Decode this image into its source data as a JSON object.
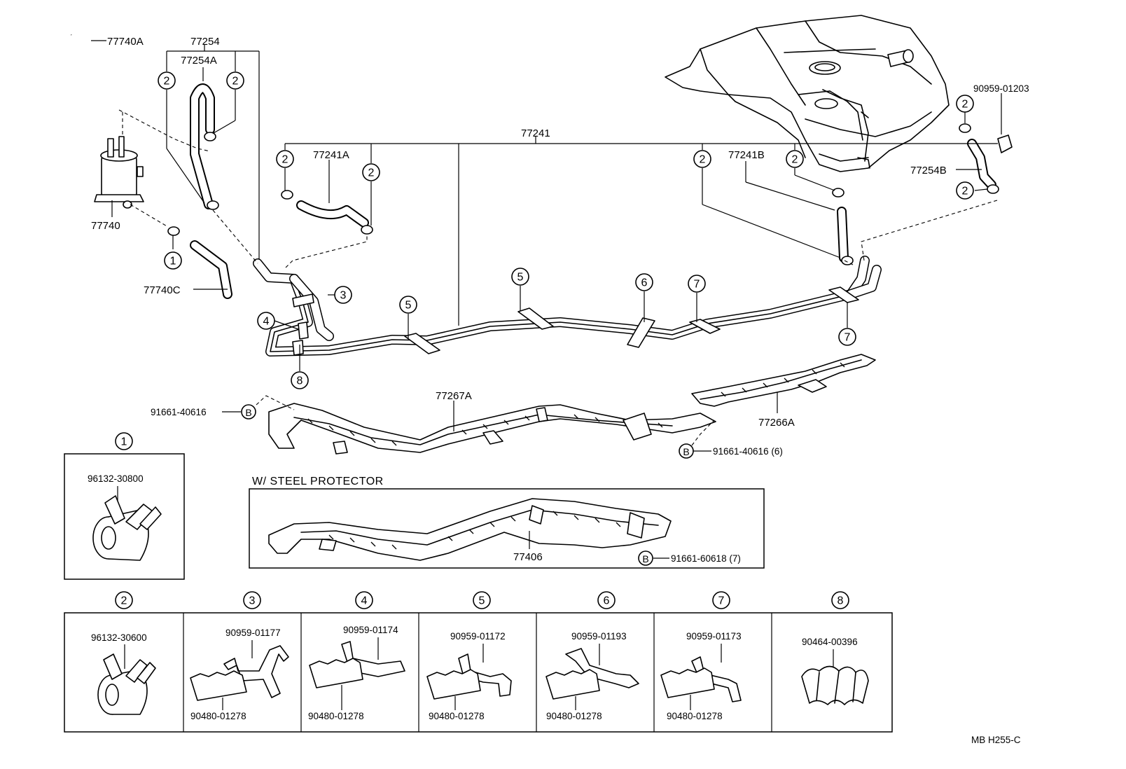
{
  "parts": {
    "p77740A": "77740A",
    "p77254": "77254",
    "p77254A": "77254A",
    "p77740": "77740",
    "p77740C": "77740C",
    "p77241": "77241",
    "p77241A": "77241A",
    "p77241B": "77241B",
    "p90959_01203": "90959-01203",
    "p77254B": "77254B",
    "p77267A": "77267A",
    "p77266A": "77266A",
    "p91661_40616_left": "91661-40616",
    "p91661_40616_right": "91661-40616 (6)",
    "p77406": "77406",
    "p91661_60618": "91661-60618 (7)"
  },
  "protector_title": "W/ STEEL  PROTECTOR",
  "bolt_letter": "B",
  "circle_nums": [
    "1",
    "2",
    "3",
    "4",
    "5",
    "6",
    "7",
    "8"
  ],
  "detail_boxes": {
    "b1": {
      "num": "1",
      "part": "96132-30800"
    },
    "b2": {
      "num": "2",
      "part": "96132-30600"
    },
    "b3": {
      "num": "3",
      "top": "90959-01177",
      "bottom": "90480-01278"
    },
    "b4": {
      "num": "4",
      "top": "90959-01174",
      "bottom": "90480-01278"
    },
    "b5": {
      "num": "5",
      "top": "90959-01172",
      "bottom": "90480-01278"
    },
    "b6": {
      "num": "6",
      "top": "90959-01193",
      "bottom": "90480-01278"
    },
    "b7": {
      "num": "7",
      "top": "90959-01173",
      "bottom": "90480-01278"
    },
    "b8": {
      "num": "8",
      "top": "90464-00396"
    }
  },
  "footer_code": "MB  H255-C"
}
